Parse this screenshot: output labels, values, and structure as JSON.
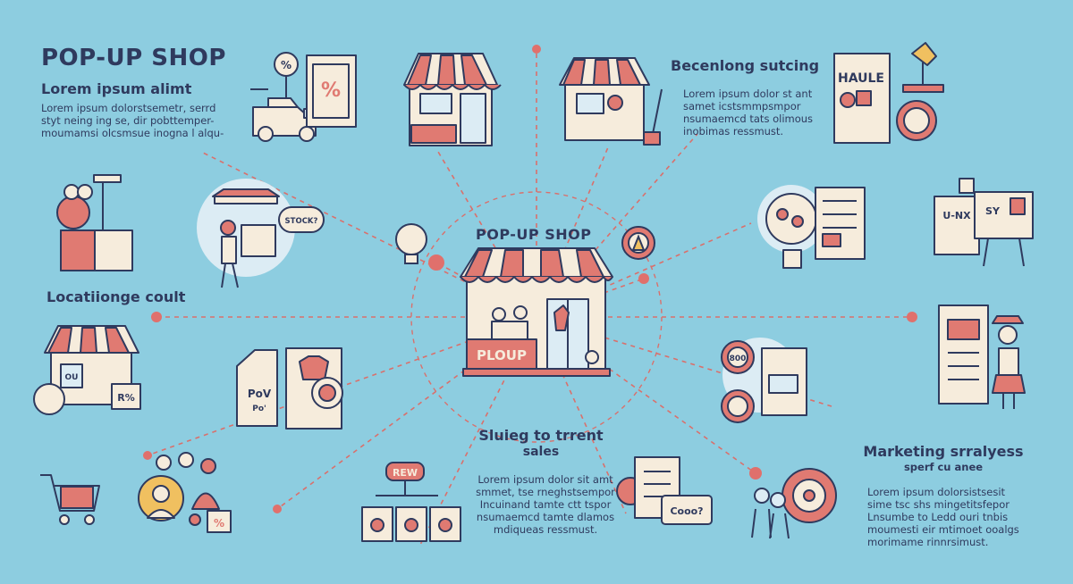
{
  "colors": {
    "background": "#8dcde0",
    "ink": "#2f3a5e",
    "accent_red": "#e07a72",
    "cream": "#f6ecdc",
    "light": "#dcecf4",
    "dot": "#e0706c"
  },
  "top_left": {
    "title": "POP-UP SHOP",
    "subtitle": "Lorem ipsum alimt",
    "body": [
      "Lorem ipsum dolorstsemetr, serrd",
      "styt neing ing se, dir pobttemper-",
      "moumamsi olcsmsue inogna l alqu-"
    ]
  },
  "top_right": {
    "title": "Becenlong sutcing",
    "body": [
      "Lorem ipsum dolor st ant",
      "samet icstsmmpsmpor",
      "nsumaemcd tats olimous",
      "inobimas ressmust."
    ]
  },
  "left_label": "Locatiionge coult",
  "center": {
    "title": "POP-UP SHOP",
    "shop_sign": "PLOUP"
  },
  "bottom_center": {
    "title_lines": [
      "Sluieg to trrent",
      "sales"
    ],
    "body": [
      "Lorem ipsum dolor sit amt",
      "smmet, tse rneghstsempor",
      "Incuinand tamte ctt tspor",
      "nsumaemcd tamte dlamos",
      "mdiqueas ressmust."
    ]
  },
  "bottom_right": {
    "title": "Marketing srralyess",
    "subtitle": "sperf cu anee",
    "body": [
      "Lorem ipsum dolorsistsesit",
      "sime tsc shs mingetitsfepor",
      "Lnsumbe to Ledd ouri tnbis",
      "moumesti eir mtimoet ooalgs",
      "morimame rinnrsimust."
    ]
  },
  "icons": {
    "van_badge": "%",
    "billboard_sign": "%",
    "market_speech": "STOCK?",
    "pov_tag": "PoV",
    "pov_tag_sub": "Po'",
    "stall_box": "R%",
    "stall_banner": "OU",
    "rew_sign": "REW",
    "flyer_title": "HAULE",
    "board_text": "U-NX",
    "board_sign": "SY",
    "gear_badge": "800",
    "speech_cooo": "Cooo?",
    "people_badge": "%"
  }
}
